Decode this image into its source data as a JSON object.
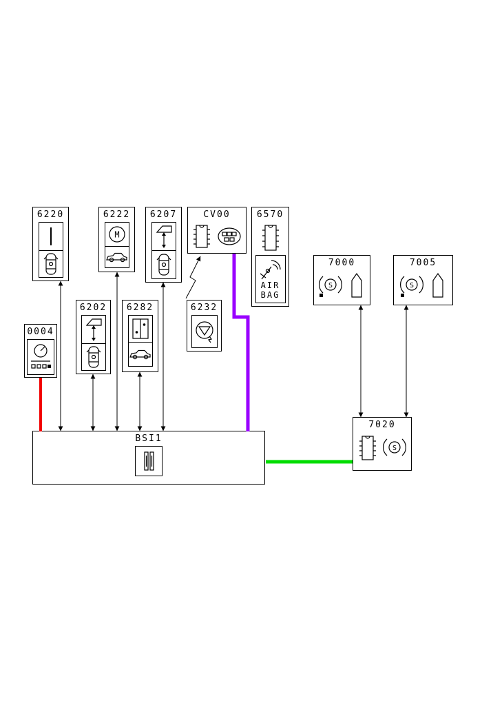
{
  "colors": {
    "wire": "#000000",
    "red": "#f20000",
    "purple": "#9900ff",
    "green": "#00dd00",
    "box_border": "#000000",
    "background": "#ffffff"
  },
  "nodes": {
    "n0004": {
      "label": "0004"
    },
    "n6220": {
      "label": "6220"
    },
    "n6222": {
      "label": "6222",
      "motor_letter": "M"
    },
    "n6207": {
      "label": "6207"
    },
    "ncv00": {
      "label": "CV00"
    },
    "n6570": {
      "label": "6570",
      "airbag_line1": "AIR",
      "airbag_line2": "BAG"
    },
    "n7000": {
      "label": "7000",
      "abs_letter": "S"
    },
    "n7005": {
      "label": "7005",
      "abs_letter": "S"
    },
    "n6202": {
      "label": "6202"
    },
    "n6282": {
      "label": "6282"
    },
    "n6232": {
      "label": "6232"
    },
    "nbsi1": {
      "label": "BSI1"
    },
    "n7020": {
      "label": "7020",
      "abs_letter": "S"
    }
  }
}
